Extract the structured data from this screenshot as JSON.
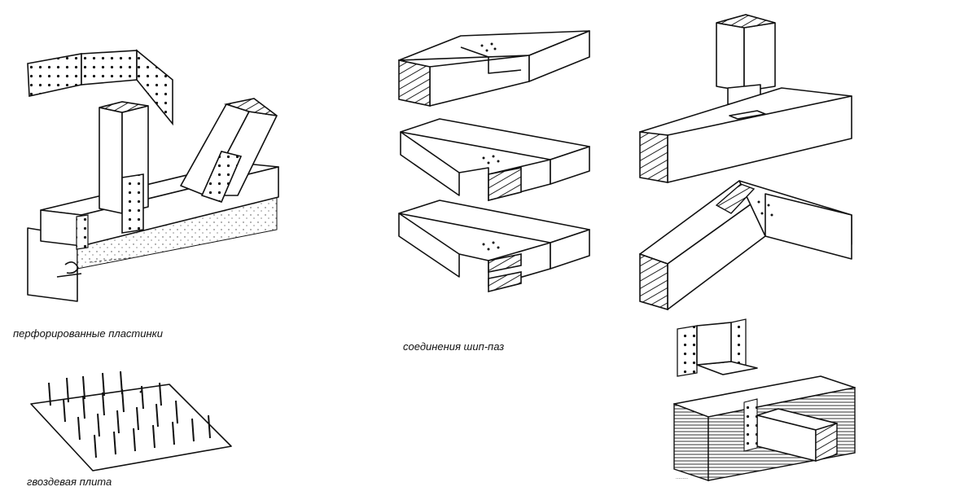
{
  "captions": {
    "perforated": "перфорированные пластинки",
    "tenon": "соединения шип-паз",
    "nailplate": "гвоздевая плита",
    "tiny": "........."
  }
}
